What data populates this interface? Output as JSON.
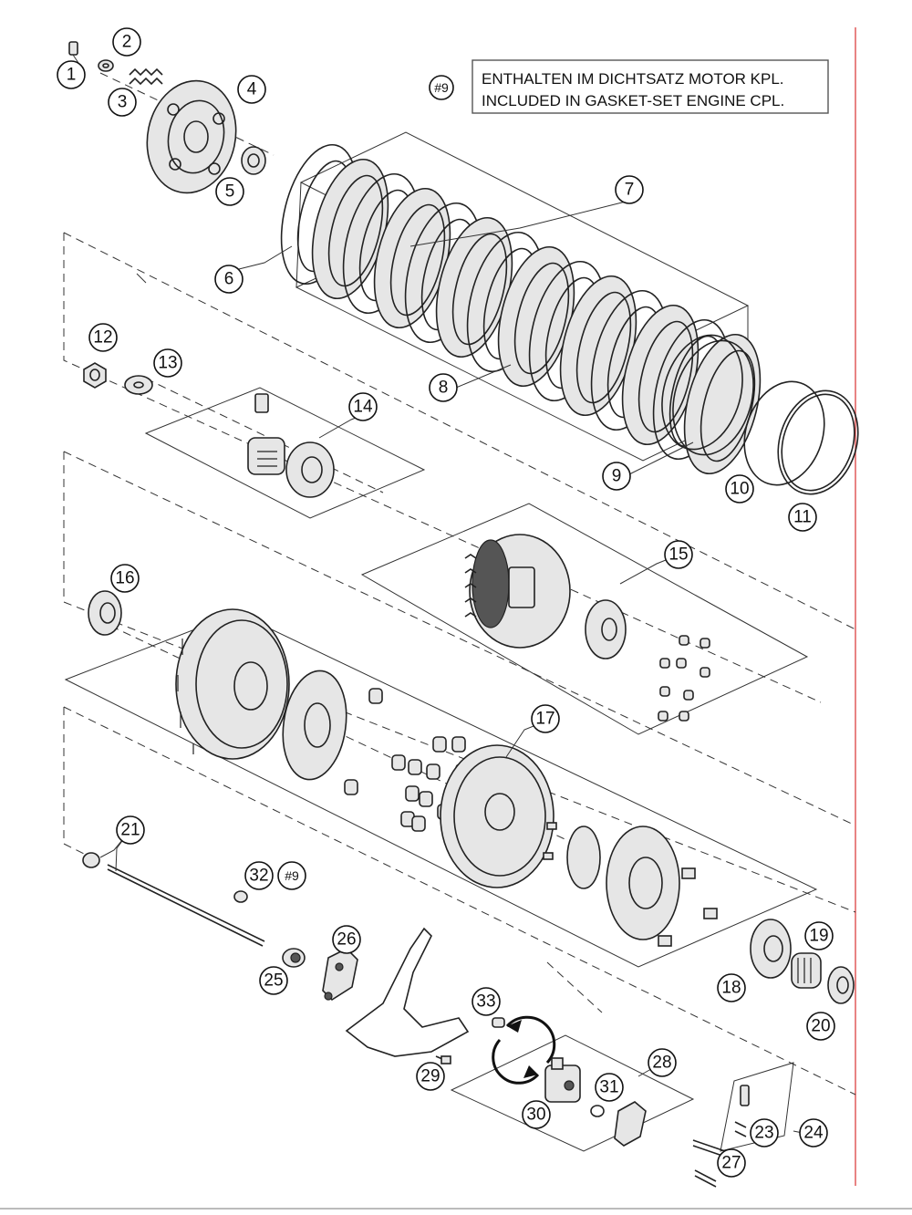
{
  "note": {
    "ref": "#9",
    "line1": "ENTHALTEN IM DICHTSATZ MOTOR KPL.",
    "line2": "INCLUDED IN GASKET-SET ENGINE CPL."
  },
  "callouts": {
    "c1": "1",
    "c2": "2",
    "c3": "3",
    "c4": "4",
    "c5": "5",
    "c6": "6",
    "c7": "7",
    "c8": "8",
    "c9": "9",
    "c10": "10",
    "c11": "11",
    "c12": "12",
    "c13": "13",
    "c14": "14",
    "c15": "15",
    "c16": "16",
    "c17": "17",
    "c18": "18",
    "c19": "19",
    "c20": "20",
    "c21": "21",
    "c23": "23",
    "c24": "24",
    "c25": "25",
    "c26": "26",
    "c27": "27",
    "c28": "28",
    "c29": "29",
    "c30": "30",
    "c31": "31",
    "c32": "32",
    "c33": "33",
    "ref9": "#9"
  },
  "colors": {
    "border_accent": "#e05a5a",
    "line": "#222222"
  }
}
